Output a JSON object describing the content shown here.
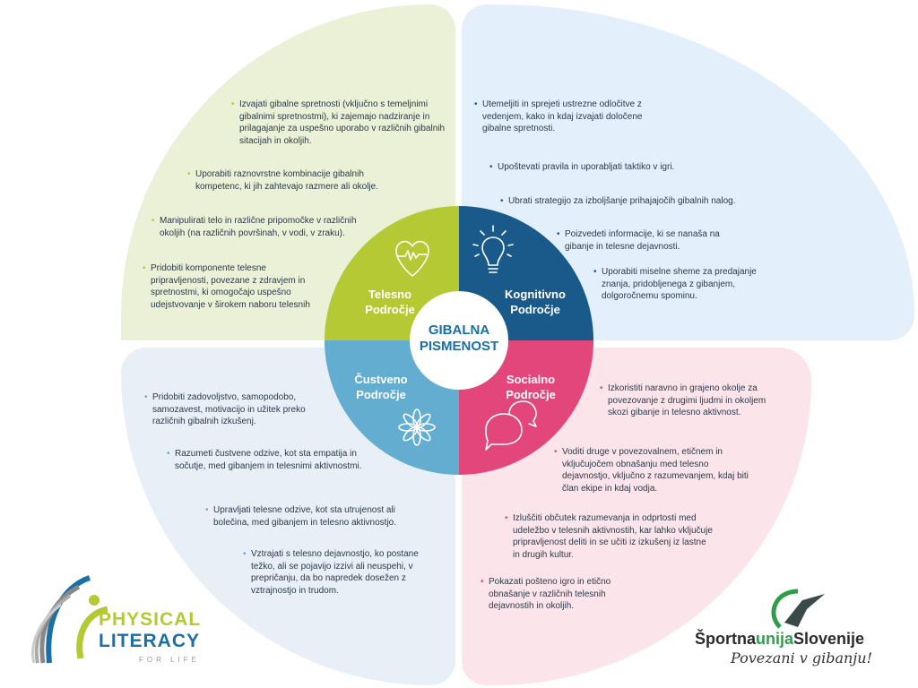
{
  "center": {
    "line1": "GIBALNA",
    "line2": "PISMENOST"
  },
  "colors": {
    "telesno": "#b5c935",
    "kognitivno": "#1a5a8a",
    "custveno": "#63aed0",
    "socialno": "#e2467a"
  },
  "domains": {
    "telesno": {
      "title1": "Telesno",
      "title2": "Področje",
      "icon": "heart-pulse-icon",
      "items": [
        "Izvajati gibalne spretnosti (vključno s temeljnimi gibalnimi spretnostmi), ki zajemajo nadziranje in prilagajanje za uspešno uporabo v različnih gibalnih sitacijah in okoljih.",
        "Uporabiti raznovrstne kombinacije gibalnih kompetenc, ki jih zahtevajo razmere ali okolje.",
        "Manipulirati telo in različne pripomočke v različnih okoljih (na različnih površinah, v vodi, v zraku).",
        "Pridobiti komponente telesne pripravljenosti, povezane z zdravjem in spretnostmi, ki omogočajo uspešno udejstvovanje v širokem naboru telesnih"
      ]
    },
    "kognitivno": {
      "title1": "Kognitivno",
      "title2": "Področje",
      "icon": "lightbulb-icon",
      "items": [
        "Utemeljiti in sprejeti ustrezne odločitve z vedenjem, kako in kdaj izvajati določene gibalne spretnosti.",
        "Upoštevati pravila in uporabljati taktiko v igri.",
        "Ubrati strategijo za izboljšanje prihajajočih gibalnih nalog.",
        "Poizvedeti informacije, ki se nanaša na gibanje in telesne dejavnosti.",
        "Uporabiti miselne sheme za predajanje znanja, pridobljenega z gibanjem, dolgoročnemu spominu."
      ]
    },
    "custveno": {
      "title1": "Čustveno",
      "title2": "Področje",
      "icon": "flower-icon",
      "items": [
        "Pridobiti zadovoljstvo, samopodobo, samozavest, motivacijo in užitek preko različnih gibalnih izkušenj.",
        "Razumeti čustvene odzive, kot sta empatija in sočutje, med gibanjem in telesnimi aktivnostmi.",
        "Upravljati telesne odzive, kot sta utrujenost ali bolečina, med gibanjem in telesno aktivnostjo.",
        "Vztrajati s telesno dejavnostjo, ko postane težko, ali se pojavijo izzivi ali neuspehi, v prepričanju, da bo napredek dosežen z vztrajnostjo in trudom."
      ]
    },
    "socialno": {
      "title1": "Socialno",
      "title2": "Področje",
      "icon": "speech-bubbles-icon",
      "items": [
        "Izkoristiti naravno in grajeno okolje za povezovanje z drugimi ljudmi in okoljem skozi gibanje in telesno aktivnost.",
        "Voditi druge v povezovalnem, etičnem in vključujočem obnašanju med telesno dejavnostjo, vključno z razumevanjem, kdaj biti član ekipe in kdaj vodja.",
        "Izluščiti občutek razumevanja in odprtosti med udeležbo v telesnih aktivnostih, kar lahko vključuje pripravljenost deliti in se učiti iz izkušenj iz lastne in drugih kultur.",
        "Pokazati pošteno igro in etično obnašanje v različnih telesnih dejavnostih in okoljih."
      ]
    }
  },
  "logos": {
    "physical_literacy": {
      "line1": "PHYSICAL",
      "line2": "LITERACY",
      "line3": "FOR LIFE"
    },
    "sportna_unija": {
      "part1": "Športna",
      "part2": "unija",
      "part3": "Slovenije",
      "slogan": "Povezani v gibanju!"
    }
  }
}
